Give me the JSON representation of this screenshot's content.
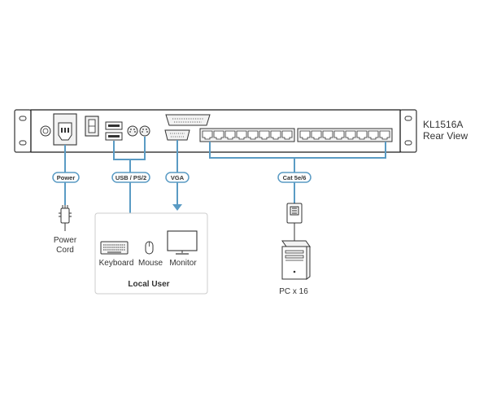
{
  "model": {
    "name": "KL1516A",
    "view": "Rear View"
  },
  "connections": {
    "power": "Power",
    "usb_ps2": "USB / PS/2",
    "vga": "VGA",
    "cat": "Cat 5e/6"
  },
  "power_cord_label": {
    "line1": "Power",
    "line2": "Cord"
  },
  "local_user": {
    "title": "Local User",
    "devices": [
      {
        "label": "Keyboard",
        "icon": "keyboard-icon"
      },
      {
        "label": "Mouse",
        "icon": "mouse-icon"
      },
      {
        "label": "Monitor",
        "icon": "monitor-icon"
      }
    ]
  },
  "pc_label": "PC x 16",
  "colors": {
    "line": "#5a9bc4",
    "outline": "#333333",
    "panel_fill": "#f2f2f2"
  }
}
